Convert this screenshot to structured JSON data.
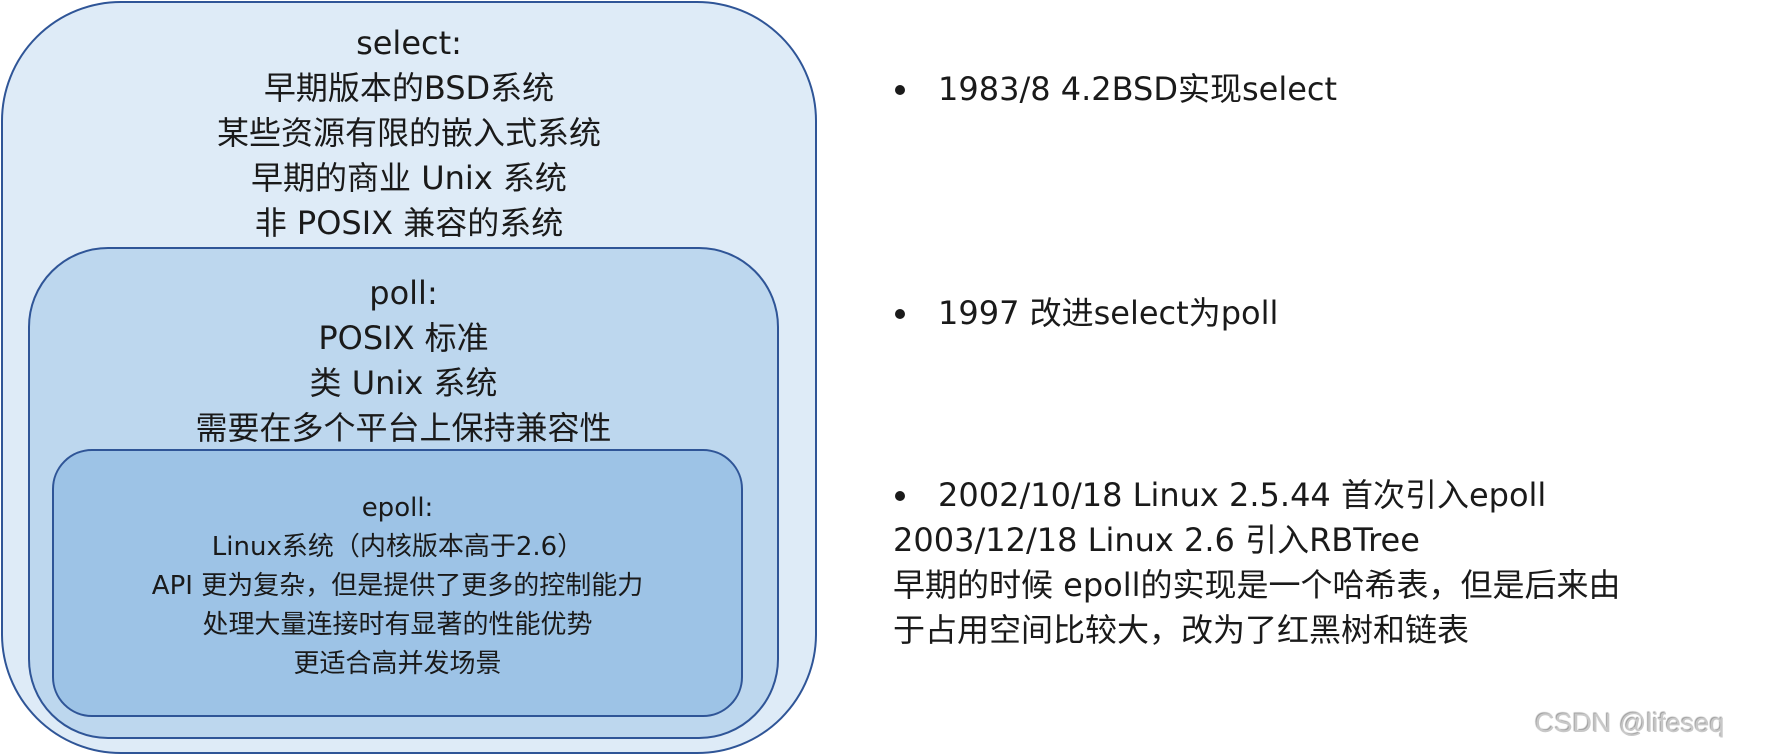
{
  "diagram": {
    "select": {
      "title": "select:",
      "lines": [
        "早期版本的BSD系统",
        "某些资源有限的嵌入式系统",
        "早期的商业 Unix 系统",
        "非 POSIX 兼容的系统"
      ]
    },
    "poll": {
      "title": "poll:",
      "lines": [
        "POSIX 标准",
        "类 Unix 系统",
        "需要在多个平台上保持兼容性"
      ]
    },
    "epoll": {
      "title": "epoll:",
      "lines": [
        "Linux系统（内核版本高于2.6）",
        "API 更为复杂，但是提供了更多的控制能力",
        "处理大量连接时有显著的性能优势",
        "更适合高并发场景"
      ]
    },
    "colors": {
      "select_fill": "#DEEBF7",
      "poll_fill": "#BDD7EE",
      "epoll_fill": "#9DC3E6",
      "border": "#2F5597"
    }
  },
  "timeline": [
    {
      "lines": [
        "1983/8 4.2BSD实现select"
      ]
    },
    {
      "lines": [
        "1997 改进select为poll"
      ]
    },
    {
      "lines": [
        "2002/10/18 Linux 2.5.44 首次引入epoll",
        "2003/12/18 Linux 2.6 引入RBTree",
        "早期的时候 epoll的实现是一个哈希表，但是后来由",
        "于占用空间比较大，改为了红黑树和链表"
      ]
    }
  ],
  "watermark": "CSDN @lifeseq"
}
